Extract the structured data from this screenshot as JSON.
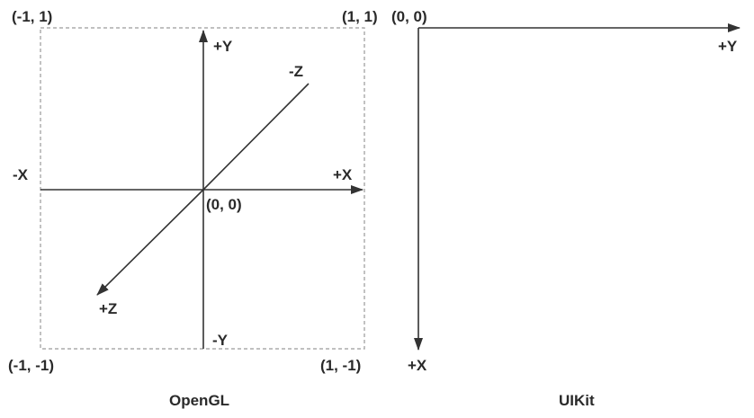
{
  "opengl": {
    "caption": "OpenGL",
    "corners": {
      "top_left": "(-1, 1)",
      "top_right": "(1, 1)",
      "bottom_left": "(-1, -1)",
      "bottom_right": "(1, -1)"
    },
    "axes": {
      "pos_y": "+Y",
      "neg_y": "-Y",
      "pos_x": "+X",
      "neg_x": "-X",
      "neg_z": "-Z",
      "pos_z": "+Z"
    },
    "origin": "(0, 0)"
  },
  "uikit": {
    "caption": "UIKit",
    "origin": "(0, 0)",
    "axes": {
      "pos_y": "+Y",
      "pos_x": "+X"
    }
  },
  "colors": {
    "line": "#333333",
    "frame": "#9a9a9a",
    "text": "#2a2a2a"
  }
}
